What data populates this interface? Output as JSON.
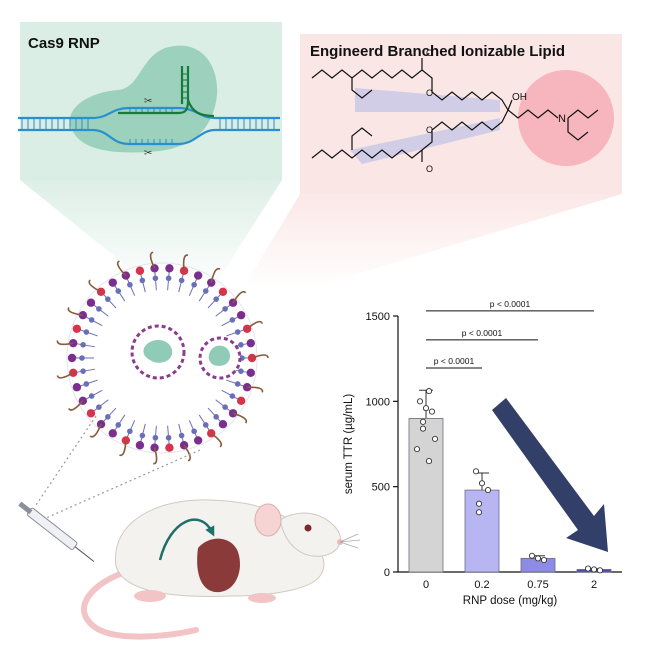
{
  "panels": {
    "rnp_title": "Cas9 RNP",
    "lipid_title": "Engineerd Branched Ionizable Lipid",
    "lipid_oh": "OH",
    "lipid_n": "N",
    "lipid_o": "O"
  },
  "colors": {
    "rnp_panel": "#dbeee5",
    "cas9": "#8fcbb6",
    "dna": "#2a8fcf",
    "guide": "#1a7a3a",
    "lipid_panel": "#fbe6e6",
    "headgroup": "#f7b6bd",
    "tail_highlight": "#c9c8e6",
    "bar_0": "#d4d4d4",
    "bar_02": "#b8b6f2",
    "bar_075": "#8e8be6",
    "bar_2": "#4b48c8",
    "arrow": "#1f2f5c"
  },
  "chart_data": {
    "type": "bar",
    "categories": [
      "0",
      "0.2",
      "0.75",
      "2"
    ],
    "values": [
      900,
      480,
      80,
      15
    ],
    "errors": [
      165,
      100,
      15,
      4
    ],
    "points": [
      [
        1000,
        960,
        940,
        880,
        840,
        780,
        720,
        650,
        1060
      ],
      [
        590,
        520,
        480,
        400,
        350
      ],
      [
        95,
        80,
        70
      ],
      [
        20,
        15,
        10
      ]
    ],
    "xlabel": "RNP dose (mg/kg)",
    "ylabel": "serum TTR (µg/mL)",
    "ylim": [
      0,
      1500
    ],
    "yticks": [
      0,
      500,
      1000,
      1500
    ],
    "significance": [
      {
        "from": 0,
        "to": 1,
        "label": "p < 0.0001",
        "y": 1195
      },
      {
        "from": 0,
        "to": 2,
        "label": "p < 0.0001",
        "y": 1360
      },
      {
        "from": 0,
        "to": 3,
        "label": "p < 0.0001",
        "y": 1530
      }
    ],
    "grid": false
  }
}
